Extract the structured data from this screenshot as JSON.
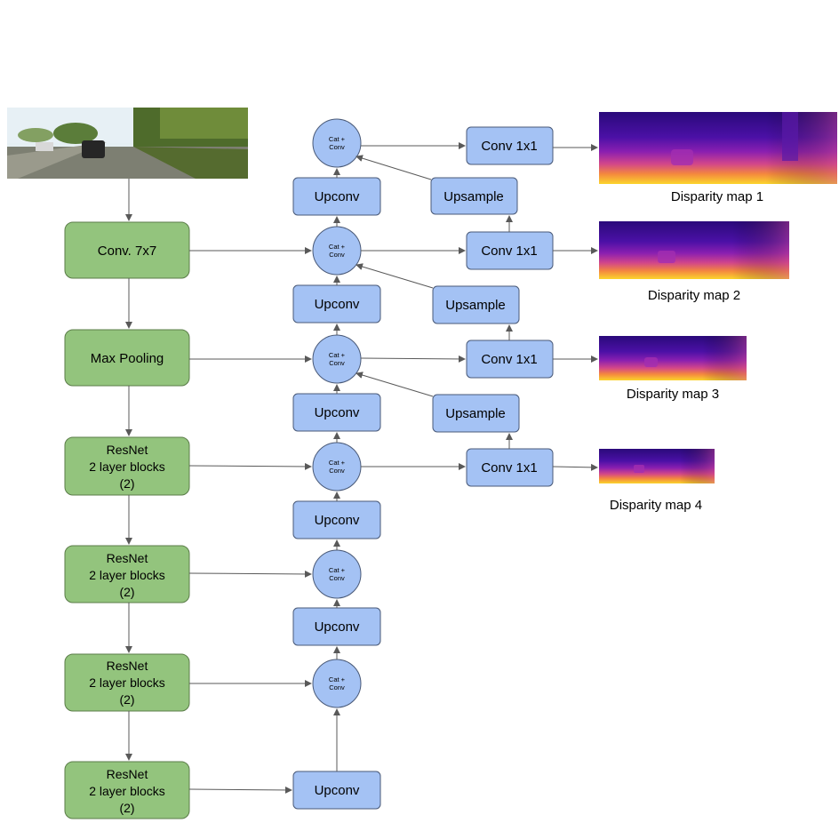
{
  "colors": {
    "encoder_fill": "#93c47d",
    "encoder_stroke": "#5b7d49",
    "decoder_fill": "#a4c2f4",
    "decoder_stroke": "#4a5a78",
    "arrow": "#595959"
  },
  "input_image": {
    "description_icon": "street-scene-photo"
  },
  "encoder": {
    "conv7": "Conv. 7x7",
    "maxpool": "Max Pooling",
    "resnet_line1": "ResNet",
    "resnet_line2": "2 layer blocks",
    "resnet_line3": "(2)"
  },
  "decoder": {
    "upconv": "Upconv",
    "upsample": "Upsample",
    "conv1x1": "Conv 1x1",
    "cat_line1": "Cat +",
    "cat_line2": "Conv"
  },
  "outputs": {
    "map1": "Disparity map 1",
    "map2": "Disparity map 2",
    "map3": "Disparity map 3",
    "map4": "Disparity map 4"
  }
}
